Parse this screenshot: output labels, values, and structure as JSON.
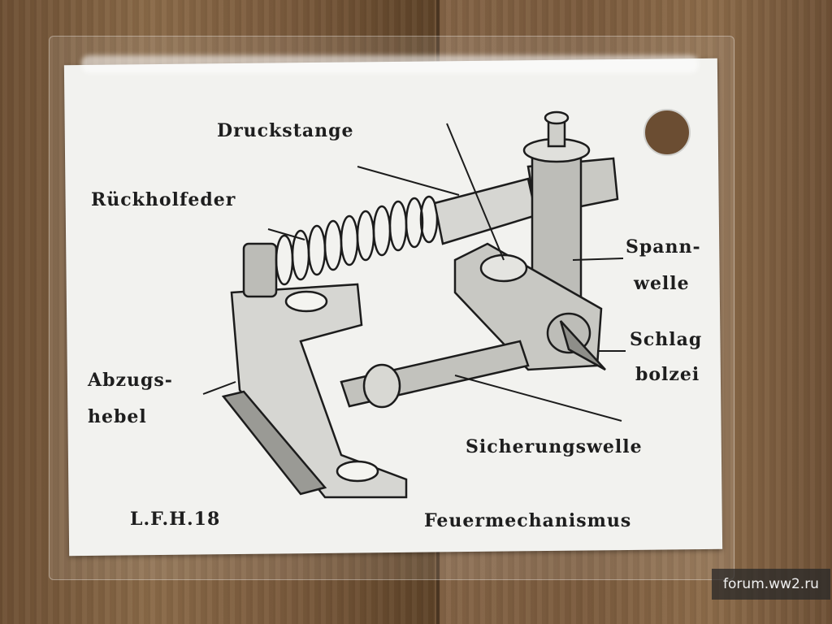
{
  "labels": {
    "druckstange": "Druckstange",
    "rueckholfeder": "Rückholfeder",
    "spannwelle_1": "Spann-",
    "spannwelle_2": "welle",
    "schlagbolzen_1": "Schlag",
    "schlagbolzen_2": "bolzei",
    "abzugshebel_1": "Abzugs-",
    "abzugshebel_2": "hebel",
    "sicherungswelle": "Sicherungswelle",
    "model": "L.F.H.18",
    "title": "Feuermechanismus"
  },
  "watermark": "forum.ww2.ru"
}
